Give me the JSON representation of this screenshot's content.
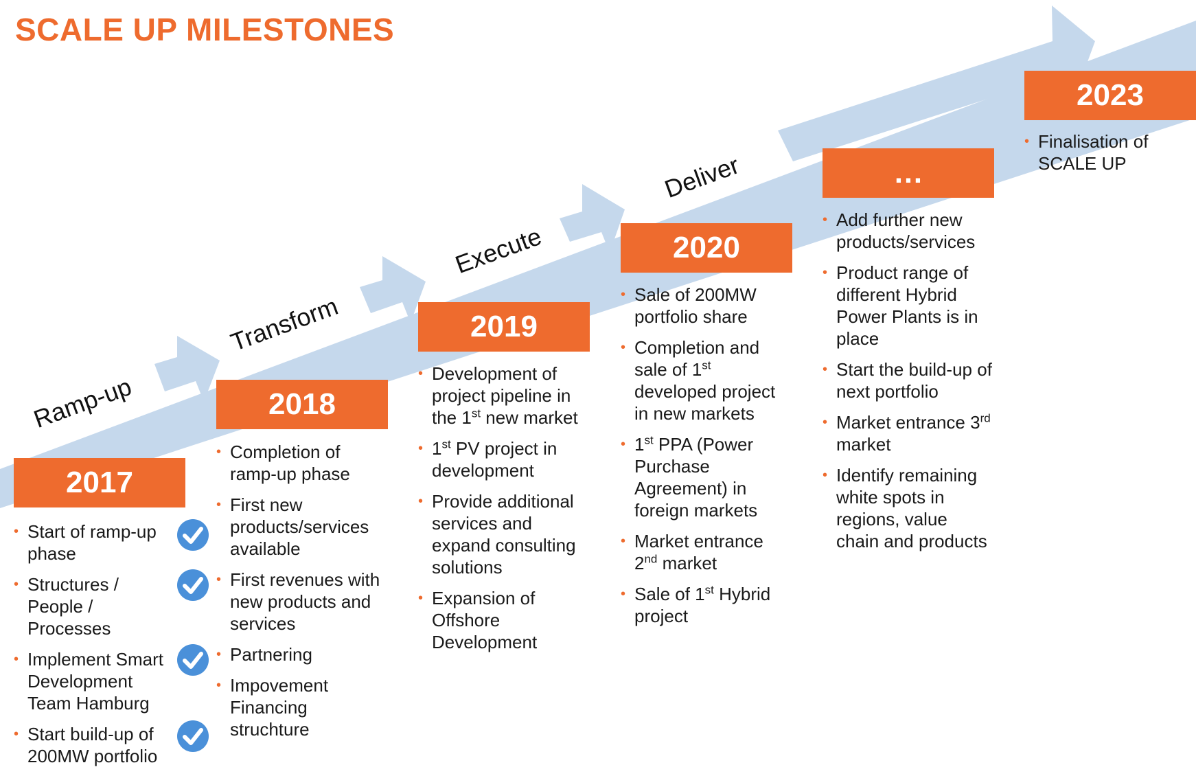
{
  "title": "SCALE UP MILESTONES",
  "colors": {
    "accent": "#ee6b2e",
    "arrow": "#c5d8ec",
    "check": "#4a90d9"
  },
  "phases": [
    "Ramp-up",
    "Transform",
    "Execute",
    "Deliver"
  ],
  "milestones": [
    {
      "year": "2017",
      "items": [
        {
          "text": "Start of ramp-up phase",
          "done": true
        },
        {
          "text": "Structures / People / Processes",
          "done": true
        },
        {
          "text": "Implement Smart Development Team Hamburg",
          "done": true
        },
        {
          "text": "Start build-up of 200MW portfolio",
          "done": true
        }
      ]
    },
    {
      "year": "2018",
      "items": [
        {
          "text": "Completion of ramp-up phase"
        },
        {
          "text": "First new products/services available"
        },
        {
          "text": "First revenues with new products and services"
        },
        {
          "text": "Partnering"
        },
        {
          "text": "Impovement Financing struchture"
        }
      ]
    },
    {
      "year": "2019",
      "items": [
        {
          "pre": "Development of project pipeline in the 1",
          "sup": "st",
          "post": " new market"
        },
        {
          "pre": "1",
          "sup": "st",
          "post": " PV project in development"
        },
        {
          "text": "Provide additional services and expand consulting solutions"
        },
        {
          "text": "Expansion of Offshore Development"
        }
      ]
    },
    {
      "year": "2020",
      "items": [
        {
          "text": "Sale of 200MW portfolio share"
        },
        {
          "pre": "Completion and sale of 1",
          "sup": "st",
          "post": " developed project in new markets"
        },
        {
          "pre": "1",
          "sup": "st",
          "post": " PPA (Power Purchase Agreement) in foreign markets"
        },
        {
          "pre": "Market entrance 2",
          "sup": "nd",
          "post": " market"
        },
        {
          "pre": "Sale of 1",
          "sup": "st",
          "post": " Hybrid project"
        }
      ]
    },
    {
      "year": "…",
      "items": [
        {
          "text": "Add further new products/services"
        },
        {
          "text": "Product range of different Hybrid Power Plants is in place"
        },
        {
          "text": "Start the build-up of next portfolio"
        },
        {
          "pre": "Market entrance 3",
          "sup": "rd",
          "post": " market"
        },
        {
          "text": "Identify remaining white spots in regions, value chain and products"
        }
      ]
    },
    {
      "year": "2023",
      "items": [
        {
          "text": "Finalisation of SCALE UP"
        }
      ]
    }
  ]
}
